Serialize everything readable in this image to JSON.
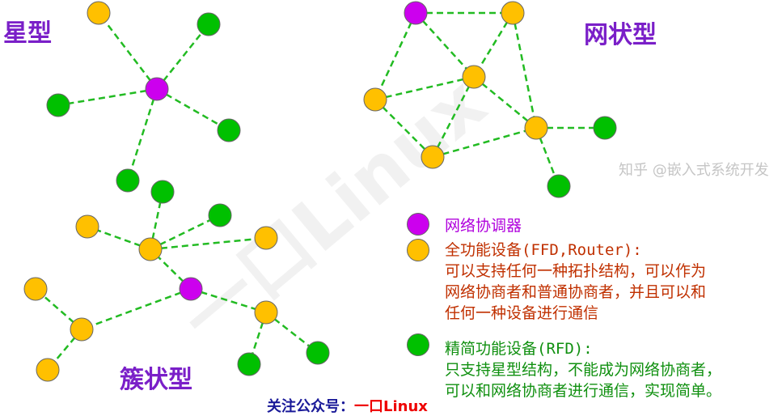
{
  "titles": {
    "star": "星型",
    "mesh": "网状型",
    "cluster": "簇状型"
  },
  "colors": {
    "coordinator": "#cc00ee",
    "ffd": "#ffc000",
    "rfd": "#00c000",
    "edge": "#22bb22",
    "title": "#7a1fc8",
    "ffd_text": "#c03000",
    "rfd_text": "#109010"
  },
  "legend": {
    "coordinator": {
      "label": "网络协调器"
    },
    "ffd": {
      "label": "全功能设备(FFD,Router):",
      "lines": [
        "可以支持任何一种拓扑结构，可以作为",
        "网络协商者和普通协商者，并且可以和",
        "任何一种设备进行通信"
      ]
    },
    "rfd": {
      "label": "精简功能设备(RFD):",
      "lines": [
        "只支持星型结构，不能成为网络协商者，",
        "可以和网络协商者进行通信，实现简单。"
      ]
    }
  },
  "watermark": "一口Linux",
  "watermark2": "知乎 @嵌入式系统开发",
  "footer": {
    "prefix": "关注公众号：",
    "name": "一口Linux"
  },
  "graphs": {
    "star": {
      "nodes": [
        [
          "c",
          194,
          110
        ],
        [
          "f",
          122,
          16
        ],
        [
          "r",
          258,
          30
        ],
        [
          "r",
          72,
          130
        ],
        [
          "r",
          283,
          161
        ],
        [
          "r",
          158,
          223
        ]
      ],
      "edges": [
        [
          0,
          1
        ],
        [
          0,
          2
        ],
        [
          0,
          3
        ],
        [
          0,
          4
        ],
        [
          0,
          5
        ]
      ]
    },
    "mesh": {
      "nodes": [
        [
          "c",
          514,
          16
        ],
        [
          "f",
          634,
          16
        ],
        [
          "f",
          586,
          95
        ],
        [
          "f",
          464,
          123
        ],
        [
          "f",
          663,
          158
        ],
        [
          "f",
          535,
          194
        ],
        [
          "r",
          748,
          158
        ],
        [
          "r",
          691,
          230
        ]
      ],
      "edges": [
        [
          0,
          1
        ],
        [
          0,
          2
        ],
        [
          1,
          2
        ],
        [
          1,
          4
        ],
        [
          0,
          3
        ],
        [
          3,
          5
        ],
        [
          5,
          2
        ],
        [
          2,
          4
        ],
        [
          3,
          2
        ],
        [
          5,
          4
        ],
        [
          4,
          6
        ],
        [
          4,
          7
        ]
      ]
    },
    "cluster": {
      "nodes": [
        [
          "c",
          236,
          357
        ],
        [
          "f",
          186,
          308
        ],
        [
          "r",
          201,
          237
        ],
        [
          "r",
          272,
          266
        ],
        [
          "f",
          108,
          280
        ],
        [
          "f",
          329,
          294
        ],
        [
          "f",
          101,
          407
        ],
        [
          "f",
          44,
          357
        ],
        [
          "f",
          59,
          457
        ],
        [
          "f",
          329,
          386
        ],
        [
          "r",
          308,
          450
        ],
        [
          "r",
          393,
          436
        ]
      ],
      "edges": [
        [
          0,
          1
        ],
        [
          1,
          2
        ],
        [
          1,
          3
        ],
        [
          1,
          4
        ],
        [
          1,
          5
        ],
        [
          0,
          6
        ],
        [
          6,
          7
        ],
        [
          6,
          8
        ],
        [
          0,
          9
        ],
        [
          9,
          10
        ],
        [
          9,
          11
        ]
      ]
    }
  }
}
